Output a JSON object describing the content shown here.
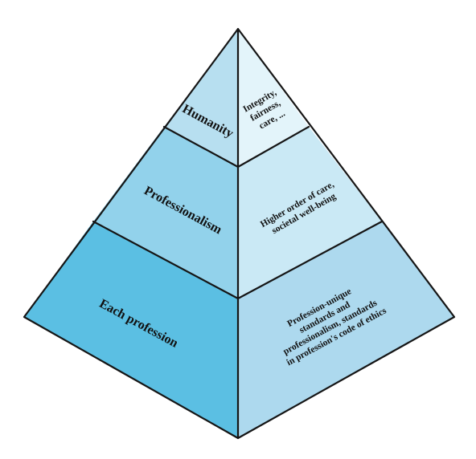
{
  "pyramid": {
    "levels": [
      {
        "name": "humanity",
        "left_label": "Humanity",
        "right_lines": [
          "Integrity,",
          "fairness,",
          "care, ..."
        ],
        "left_color": "#b7dff0",
        "right_color": "#e3f4fa"
      },
      {
        "name": "professionalism",
        "left_label": "Professionalism",
        "right_lines": [
          "Higher order of care,",
          "societal well-being"
        ],
        "left_color": "#92d2eb",
        "right_color": "#cae9f5"
      },
      {
        "name": "each-profession",
        "left_label": "Each profession",
        "right_lines": [
          "Profession-unique",
          "standards and",
          "professionalism, standards",
          "in profession's code of ethics"
        ],
        "left_color": "#5bbfe3",
        "right_color": "#add9ee"
      }
    ],
    "outline_color": "#151515"
  }
}
